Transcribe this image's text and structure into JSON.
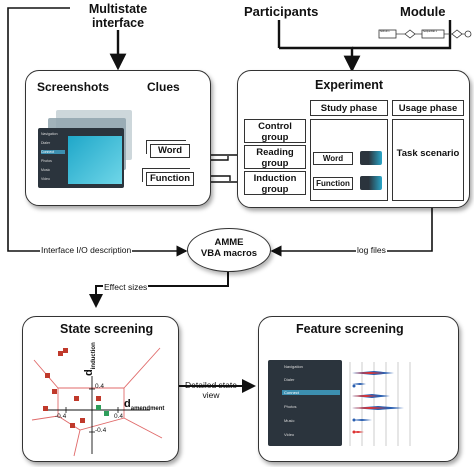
{
  "top": {
    "multistate_interface": "Multistate interface",
    "participants": "Participants",
    "module": "Module"
  },
  "module_diagram": [
    "Stimuli 1",
    "Stimuli 2",
    "Sequential 1",
    "Stimulus 3"
  ],
  "clues_panel": {
    "screenshots_title": "Screenshots",
    "clues_title": "Clues",
    "word": "Word",
    "function": "Function",
    "screenshot_menu": [
      "Navigation",
      "Dialer",
      "Connect",
      "Photos",
      "Music",
      "Video"
    ]
  },
  "experiment": {
    "title": "Experiment",
    "study_phase": "Study phase",
    "usage_phase": "Usage phase",
    "groups": [
      "Control group",
      "Reading group",
      "Induction group"
    ],
    "word": "Word",
    "function": "Function",
    "task_scenario": "Task scenario"
  },
  "amme": {
    "line1": "AMME",
    "line2": "VBA macros"
  },
  "flow": {
    "interface_io": "Interface I/O description",
    "log_files": "log files",
    "effect_sizes": "Effect sizes",
    "detailed_state_view": "Detailed state view"
  },
  "state_screening": {
    "title": "State screening",
    "y_axis_label": "d",
    "y_axis_sub": "induction",
    "x_axis_label": "d",
    "x_axis_sub": "amendment",
    "ticks": {
      "y_pos": "0.4",
      "y_neg": "-0.4",
      "x_neg": "-0.4",
      "x_pos": "0.4"
    }
  },
  "feature_screening": {
    "title": "Feature screening",
    "menu": [
      "Navigation",
      "Dialer",
      "Connect",
      "Photos",
      "Music",
      "Video"
    ]
  },
  "colors": {
    "red_square": "#c0392b",
    "green_square": "#2e9e5b",
    "boundary": "#e06a6a",
    "spindle_blue": "#2a5fb0",
    "spindle_red": "#d33"
  }
}
